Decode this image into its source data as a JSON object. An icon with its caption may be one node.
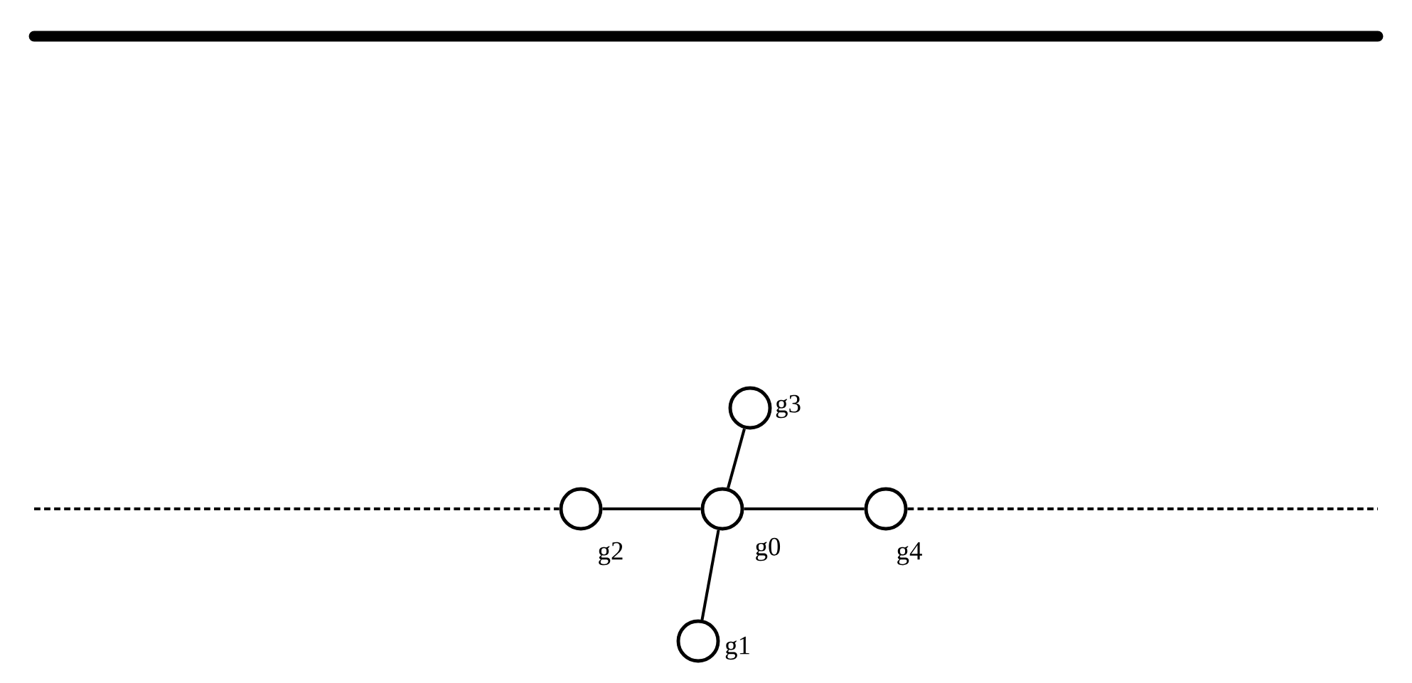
{
  "diagram": {
    "nodes": [
      {
        "text": [],
        "shape": "circle",
        "beside": [
          "g3"
        ]
      },
      {
        "text": [],
        "shape": "circle",
        "beside": [
          "g2"
        ]
      },
      {
        "text": [],
        "shape": "circle",
        "beside": [
          "g0"
        ]
      },
      {
        "text": [],
        "shape": "circle",
        "beside": [
          "g4"
        ]
      },
      {
        "text": [],
        "shape": "circle",
        "beside": [
          "g1"
        ]
      }
    ],
    "edges": [
      {
        "from": 2,
        "to": 0,
        "arrow": "none"
      },
      {
        "from": 1,
        "to": 2,
        "arrow": "none"
      },
      {
        "from": 2,
        "to": 3,
        "arrow": "none"
      },
      {
        "from": 2,
        "to": 4,
        "arrow": "none"
      },
      {
        "from": null,
        "to": 1,
        "arrow": "none",
        "style": "dashed"
      },
      {
        "from": 3,
        "to": null,
        "arrow": "none",
        "style": "dashed"
      }
    ]
  }
}
